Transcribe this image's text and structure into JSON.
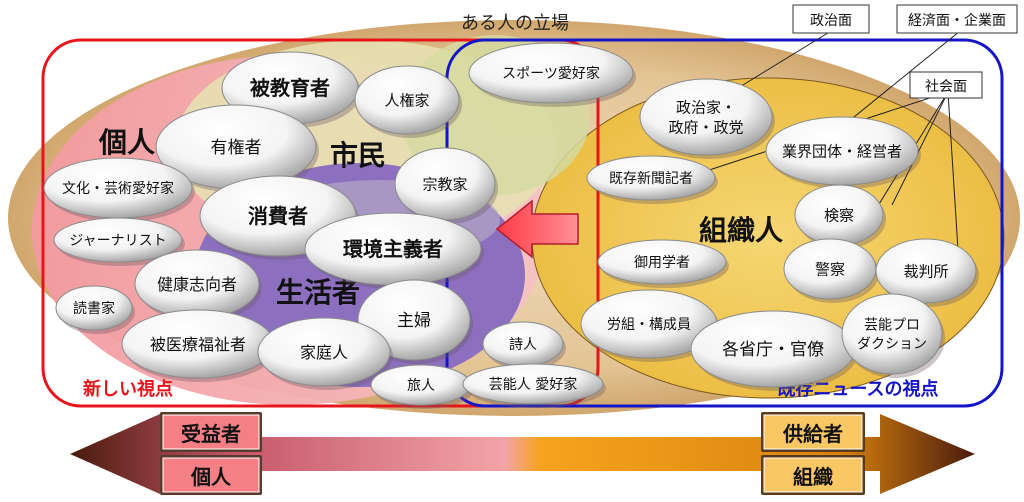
{
  "title": "ある人の立場",
  "regions": {
    "individual": "個人",
    "citizen": "市民",
    "life": "生活者",
    "organization": "組織人",
    "new_view": "新しい視点",
    "existing_view": "既存ニュースの視点"
  },
  "callouts": {
    "politics": "政治面",
    "economy": "経済面・企業面",
    "society": "社会面"
  },
  "bubbles": [
    "被教育者",
    "人権家",
    "有権者",
    "宗教家",
    "文化・芸術愛好家",
    "消費者",
    "ジャーナリスト",
    "環境主義者",
    "健康志向者",
    "読書家",
    "主婦",
    "被医療福祉者",
    "家庭人",
    "旅人",
    "スポーツ愛好家",
    "詩人",
    "芸能人 愛好家",
    "政治家・",
    "政府・政党",
    "業界団体・経営者",
    "既存新聞記者",
    "検察",
    "御用学者",
    "警察",
    "裁判所",
    "労組・構成員",
    "各省庁・官僚",
    "芸能プロ",
    "ダクション"
  ],
  "bottom_labels": {
    "receiver": "受益者",
    "person": "個人",
    "supplier": "供給者",
    "org": "組織"
  },
  "colors": {
    "red": "#e8141b",
    "blue": "#1414c8",
    "orange_fill": "#f2c53c",
    "purple_fill": "#8d6fc0"
  }
}
